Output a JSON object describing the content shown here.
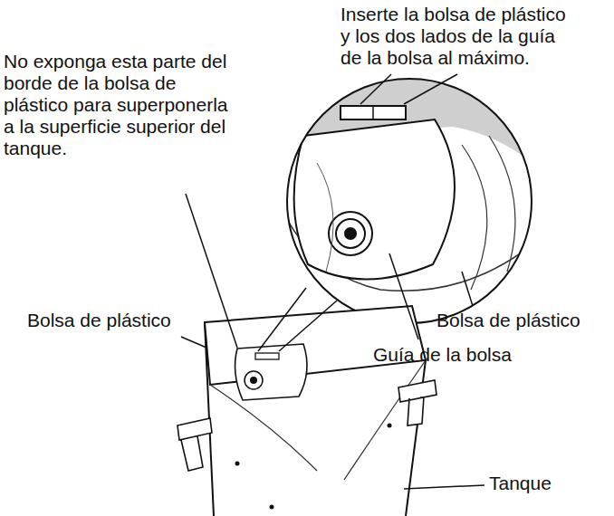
{
  "diagram": {
    "labels": [
      "Inserte la bolsa de plástico y los dos lados de la guía de la bolsa al máximo.",
      "No exponga esta parte del borde de la bolsa de plástico para superponerla a la superficie superior del tanque.",
      "Bolsa de plástico",
      "Guía de la bolsa",
      "Bolsa de plástico",
      "Tanque"
    ]
  }
}
